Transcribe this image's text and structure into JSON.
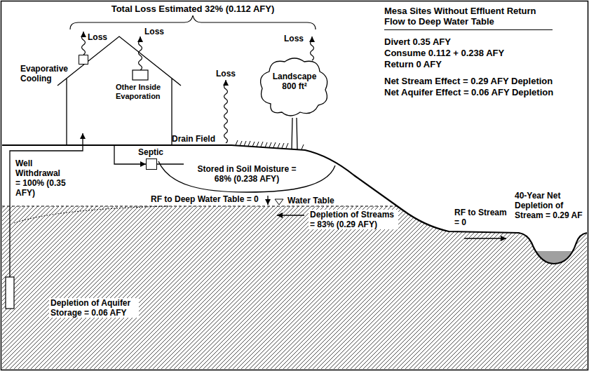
{
  "diagram": {
    "title": "Mesa Sites Without Effluent Return Flow to Deep Water Table",
    "nodes": [
      {
        "text": [
          "Other Inside Evaporation"
        ]
      },
      {
        "text": [
          "Evaporative Cooling"
        ]
      },
      {
        "text": [
          "Landscape 800 ft²"
        ]
      },
      {
        "text": [
          "Septic"
        ]
      },
      {
        "text": [
          "Stored in Soil Moisture = 68% (0.238 AFY)"
        ]
      }
    ],
    "edges": [
      {
        "from": 0,
        "to": 3,
        "arrow": "to"
      }
    ],
    "labels": [
      "Total Loss Estimated 32% (0.112 AFY)",
      "Loss",
      "Loss",
      "Loss",
      "Loss",
      "Drain Field",
      "Well Withdrawal = 100% (0.35 AFY)",
      "RF to Deep Water Table = 0",
      "Water Table",
      "Depletion of Streams = 83% (0.29 AFY)",
      "RF to Stream = 0",
      "40-Year Net Depletion of Stream = 0.29 AF",
      "Depletion of Aquifer Storage = 0.06 AFY",
      "Divert 0.35 AFY",
      "Consume 0.112 + 0.238 AFY",
      "Return 0 AFY",
      "Net Stream Effect = 0.29 AFY Depletion",
      "Net Aquifer Effect = 0.06 AFY Depletion"
    ]
  }
}
